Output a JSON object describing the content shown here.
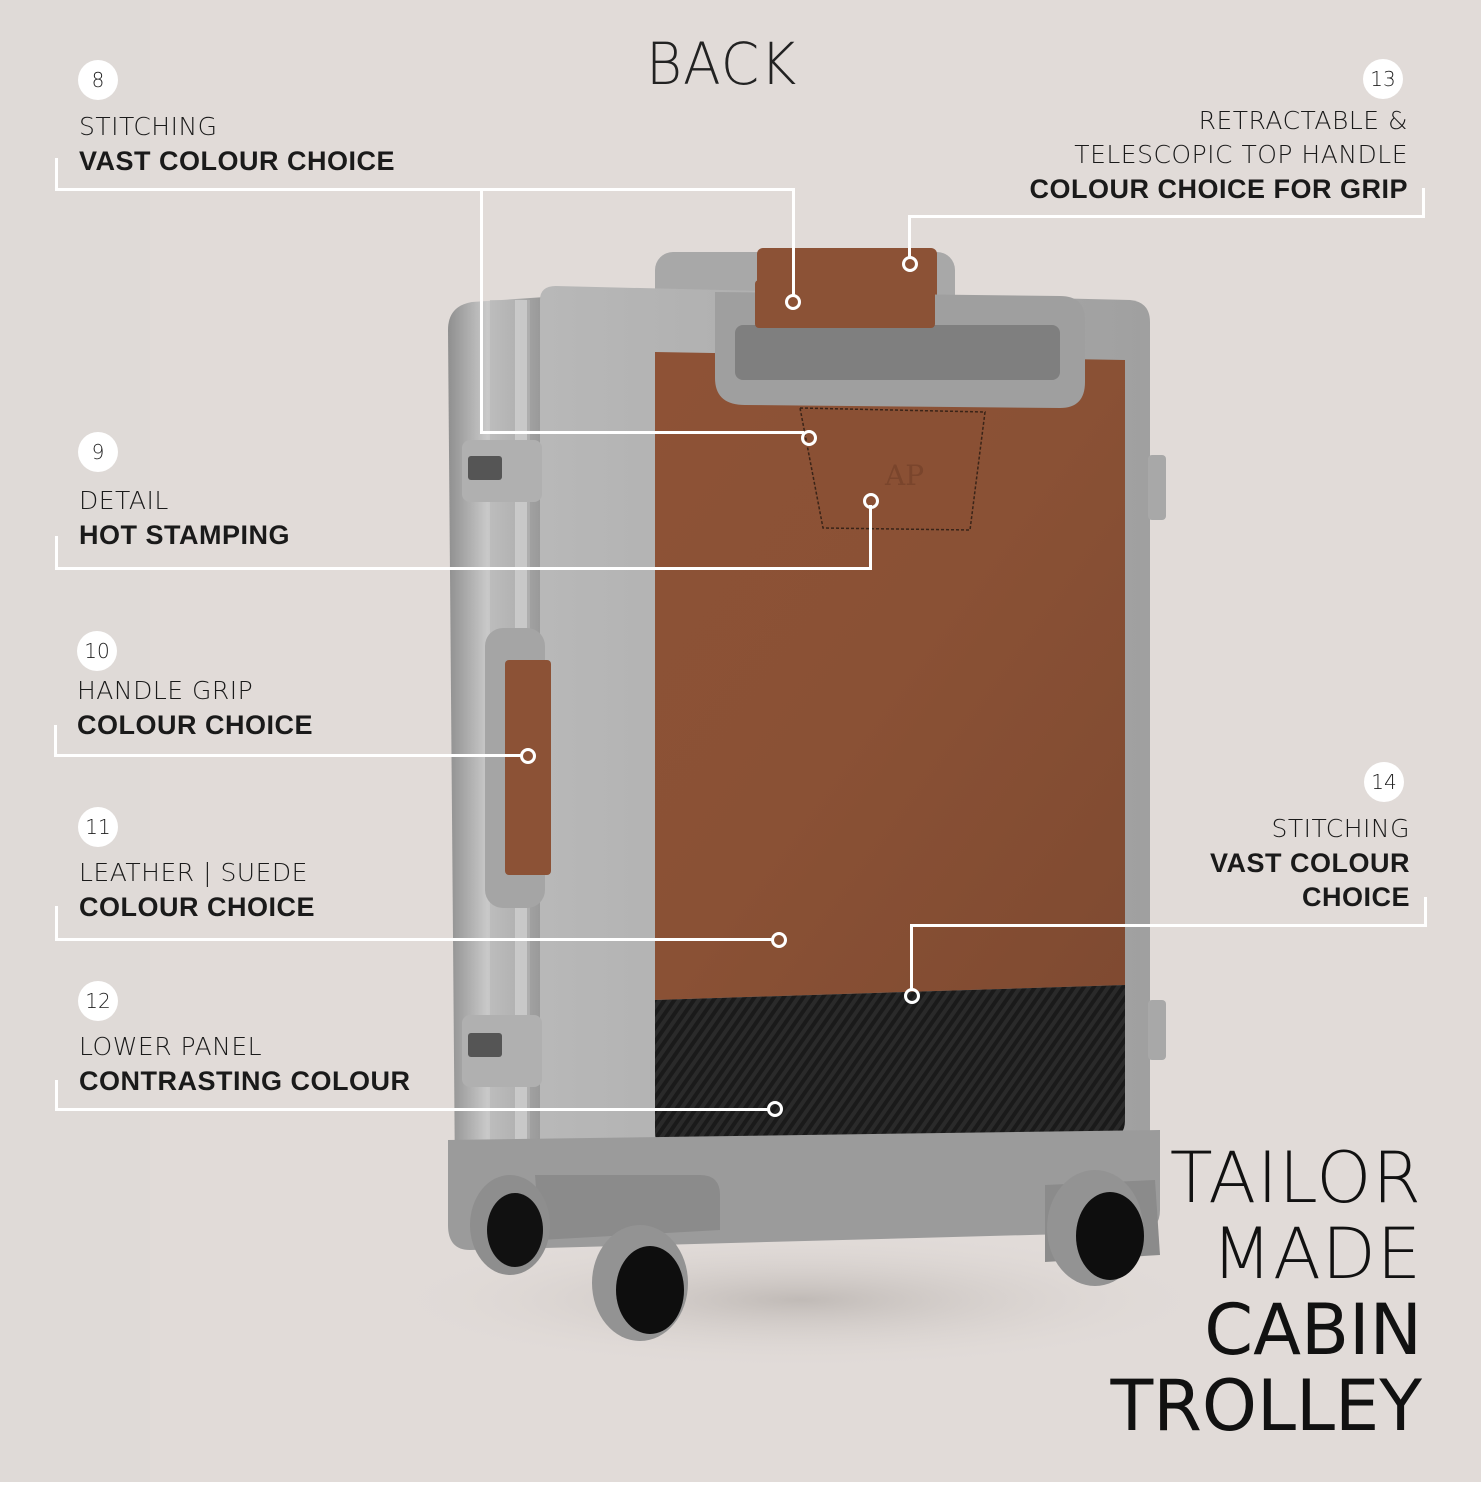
{
  "page": {
    "view_label": "BACK",
    "headline": [
      "TAILOR",
      "MADE",
      "CABIN",
      "TROLLEY"
    ]
  },
  "callouts": [
    {
      "number": "8",
      "line1": "STITCHING",
      "line2": "VAST COLOUR CHOICE"
    },
    {
      "number": "9",
      "line1": "DETAIL",
      "line2": "HOT STAMPING"
    },
    {
      "number": "10",
      "line1": "HANDLE GRIP",
      "line2": "COLOUR CHOICE"
    },
    {
      "number": "11",
      "line1": "LEATHER | SUEDE",
      "line2": "COLOUR CHOICE"
    },
    {
      "number": "12",
      "line1": "LOWER PANEL",
      "line2": "CONTRASTING COLOUR"
    },
    {
      "number": "13",
      "line1": "RETRACTABLE &",
      "line1b": "TELESCOPIC TOP HANDLE",
      "line2": "COLOUR CHOICE FOR GRIP"
    },
    {
      "number": "14",
      "line1": "STITCHING",
      "line2": "VAST COLOUR",
      "line2b": "CHOICE"
    }
  ],
  "product": {
    "monogram": "AP",
    "colors": {
      "background": "#e1dbd8",
      "aluminium": "#a9a9a9",
      "leather": "#8a5034",
      "lower_panel": "#1c1c1c",
      "callout_line": "#ffffff"
    }
  }
}
